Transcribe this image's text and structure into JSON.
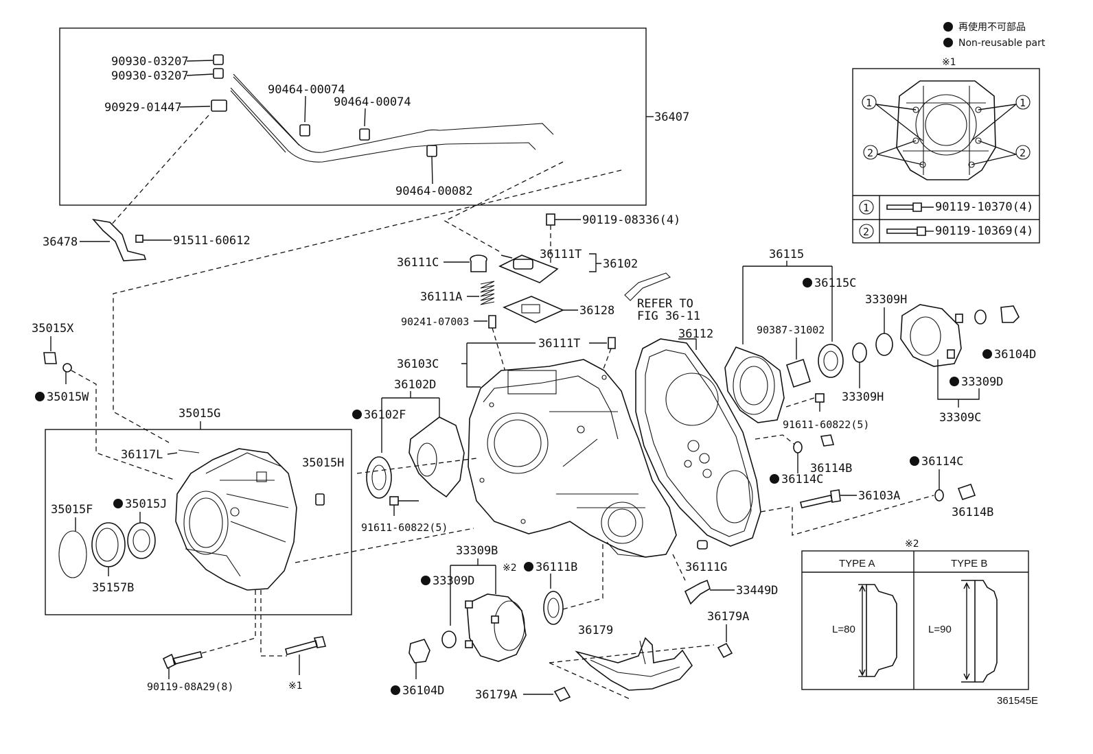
{
  "legend": {
    "line_jp": "再使用不可部品",
    "line_en": "Non-reusable part",
    "note_marker": "※1"
  },
  "inset_note1": {
    "marker": "※1",
    "callout_1": "1",
    "callout_2": "2",
    "rows": [
      {
        "num": "1",
        "part": "90119-10370(4)"
      },
      {
        "num": "2",
        "part": "90119-10369(4)"
      }
    ]
  },
  "inset_note2": {
    "marker": "※2",
    "type_a": "TYPE A",
    "type_b": "TYPE B",
    "len_a": "L=80",
    "len_b": "L=90"
  },
  "figure_id": "361545E",
  "labels": {
    "p90930a": "90930-03207",
    "p90930b": "90930-03207",
    "p90929": "90929-01447",
    "p90464a": "90464-00074",
    "p90464b": "90464-00074",
    "p90464c": "90464-00082",
    "p36407": "36407",
    "p36478": "36478",
    "p91511": "91511-60612",
    "p90119_08336": "90119-08336(4)",
    "p36111C": "36111C",
    "p36111T_top": "36111T",
    "p36102": "36102",
    "p36111A": "36111A",
    "p36128": "36128",
    "p90241": "90241-07003",
    "refer": "REFER TO",
    "refer_fig": "FIG 36-11",
    "p36111T_mid": "36111T",
    "p36103C": "36103C",
    "p36102D": "36102D",
    "p36102F": "36102F",
    "p91611_left": "91611-60822(5)",
    "p36112": "36112",
    "p36115": "36115",
    "p36115C": "36115C",
    "p90387": "90387-31002",
    "p33309H_top": "33309H",
    "p33309H_bot": "33309H",
    "p36104D_right": "36104D",
    "p33309D_right": "33309D",
    "p33309C": "33309C",
    "p91611_right": "91611-60822(5)",
    "p36114B_top": "36114B",
    "p36114C_mid": "36114C",
    "p36114C_right": "36114C",
    "p36103A": "36103A",
    "p36114B_right": "36114B",
    "p35015X": "35015X",
    "p35015W": "35015W",
    "p35015G": "35015G",
    "p36117L": "36117L",
    "p35015H": "35015H",
    "p35015F": "35015F",
    "p35015J": "35015J",
    "p35157B": "35157B",
    "p90119_08A29": "90119-08A29(8)",
    "note1_bottom": "※1",
    "p33309B": "33309B",
    "p33309D_left": "33309D",
    "note2_marker": "※2",
    "p36111B": "36111B",
    "p36111G": "36111G",
    "p33449D": "33449D",
    "p36179": "36179",
    "p36179A_right": "36179A",
    "p36179A_left": "36179A",
    "p36104D_left": "36104D"
  }
}
